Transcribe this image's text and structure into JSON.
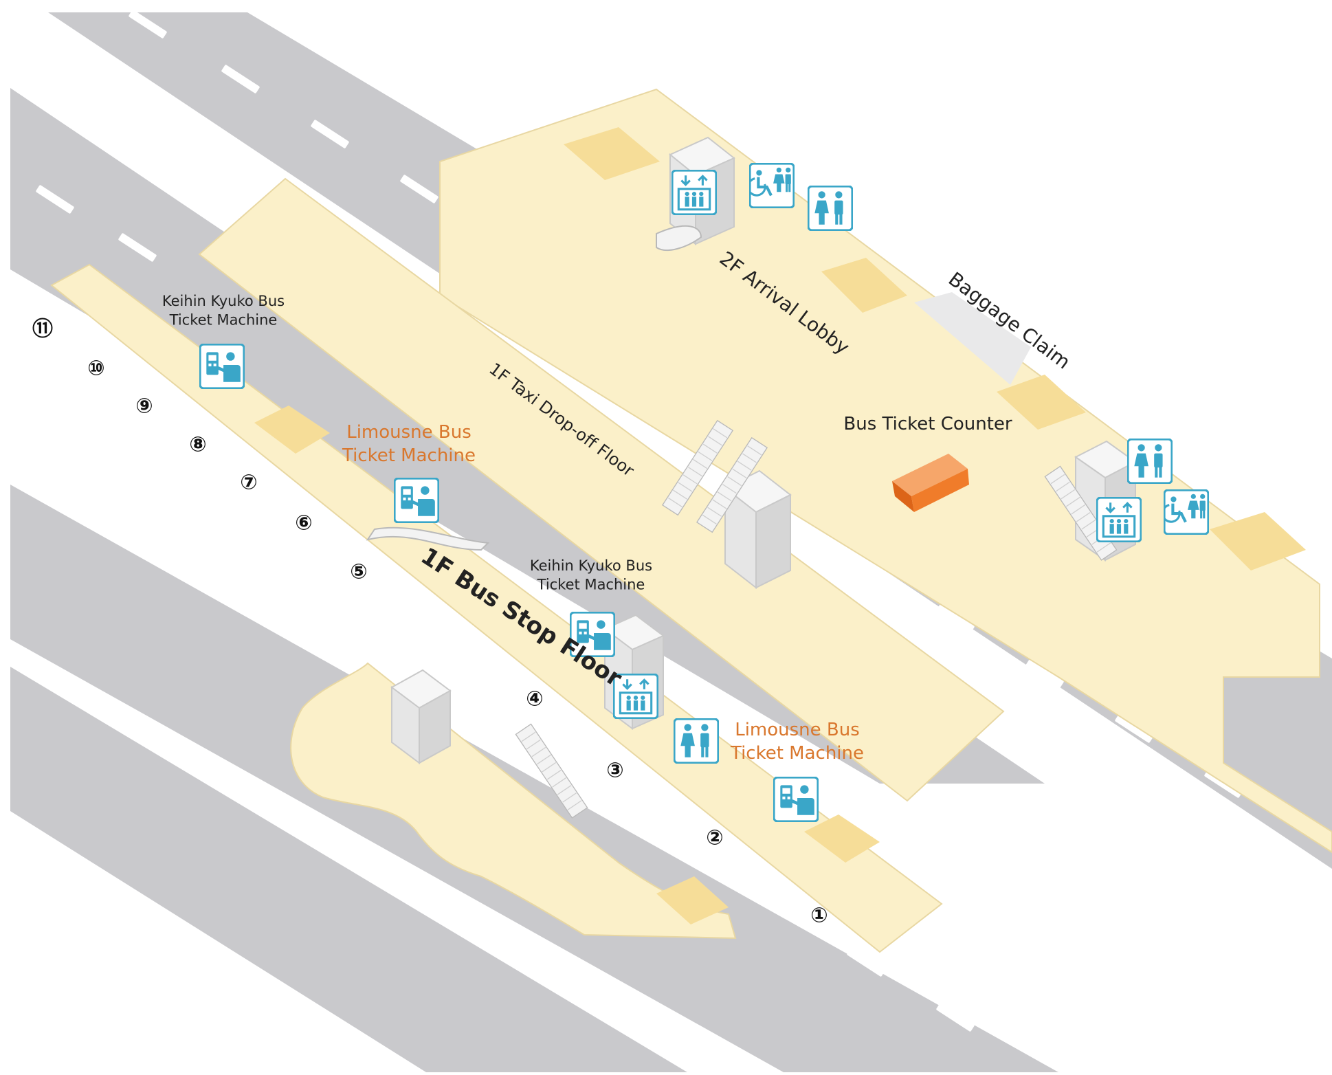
{
  "colors": {
    "road": "#c9c9cc",
    "road_dark": "#b7b7bb",
    "lane_mark": "#ffffff",
    "platform": "#fbf0c9",
    "platform_accent": "#f6dd98",
    "platform_edge": "#e8d7a2",
    "baggage": "#e9e9ea",
    "counter": "#f07c2a",
    "icon_blue": "#3aa6c8",
    "orange_text": "#d9772d",
    "dark_text": "#222222"
  },
  "floors": {
    "bus_stop": "1F Bus Stop Floor",
    "taxi_dropoff": "1F Taxi Drop-off Floor",
    "arrival_lobby": "2F Arrival Lobby"
  },
  "areas": {
    "baggage_claim": "Baggage Claim",
    "bus_ticket_counter": "Bus Ticket Counter"
  },
  "labels": {
    "keihin_kyuko_1": "Keihin Kyuko Bus\nTicket Machine",
    "keihin_kyuko_2": "Keihin Kyuko Bus\nTicket Machine",
    "limousine_1": "Limousne Bus\nTicket Machine",
    "limousine_2": "Limousne Bus\nTicket Machine"
  },
  "bus_stops": [
    "①",
    "②",
    "③",
    "④",
    "⑤",
    "⑥",
    "⑦",
    "⑧",
    "⑨",
    "⑩",
    "⑪"
  ],
  "icons": {
    "ticket_machine": "ticket-machine-icon",
    "elevator": "elevator-icon",
    "restroom": "restroom-icon",
    "accessible_restroom": "accessible-restroom-icon"
  }
}
